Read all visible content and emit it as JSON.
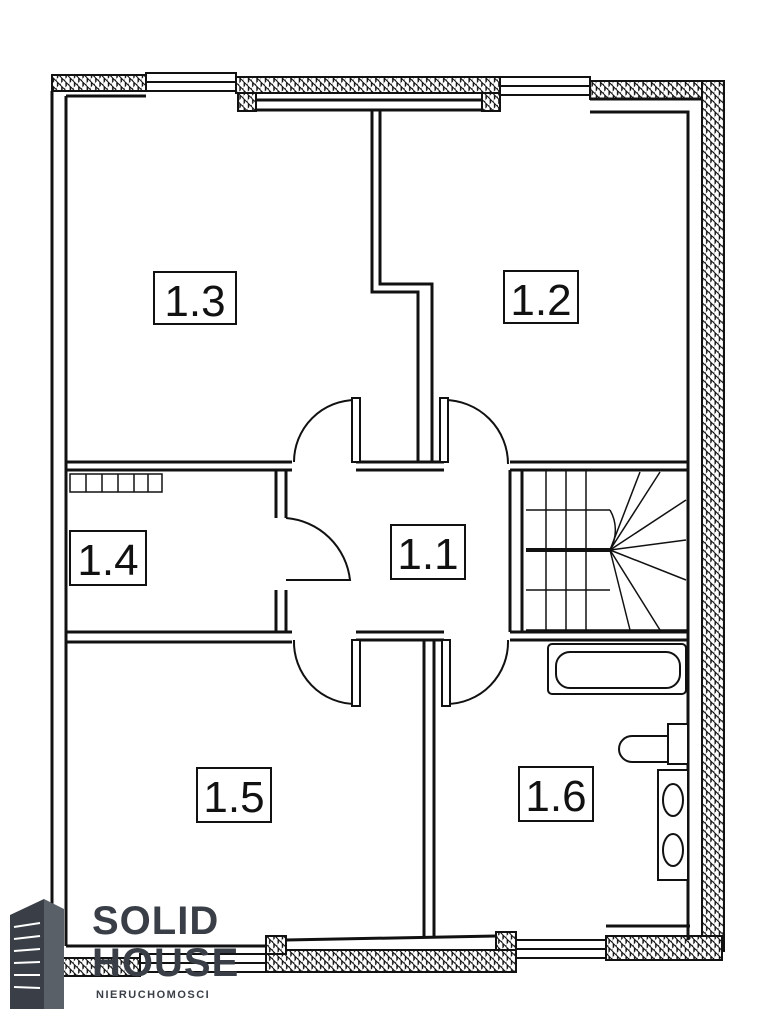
{
  "rooms": [
    {
      "id": "room-1-1",
      "label": "1.1"
    },
    {
      "id": "room-1-2",
      "label": "1.2"
    },
    {
      "id": "room-1-3",
      "label": "1.3"
    },
    {
      "id": "room-1-4",
      "label": "1.4"
    },
    {
      "id": "room-1-5",
      "label": "1.5"
    },
    {
      "id": "room-1-6",
      "label": "1.6"
    }
  ],
  "logo": {
    "line1": "SOLID",
    "line2": "HOUSE",
    "tagline": "NIERUCHOMOSCI",
    "color": "#3a3f47"
  },
  "colors": {
    "wall": "#111111",
    "background": "#ffffff"
  }
}
